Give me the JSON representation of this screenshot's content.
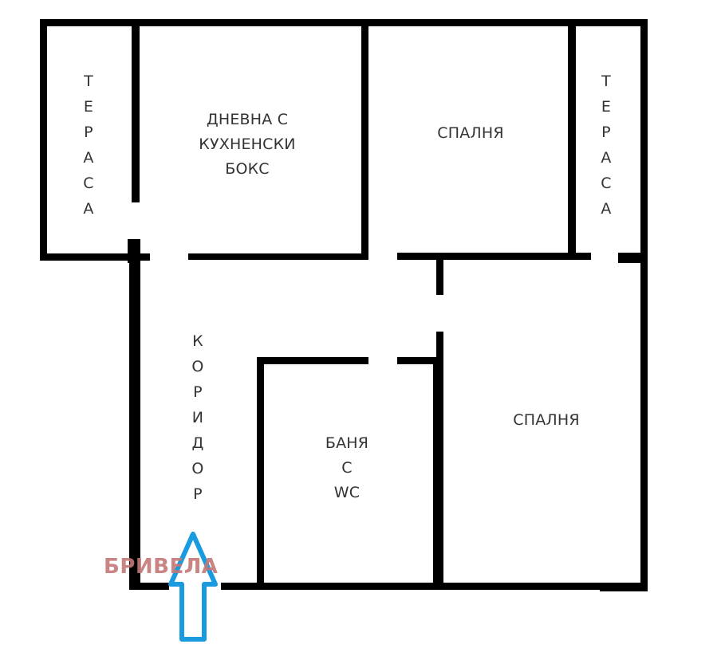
{
  "floorplan": {
    "rooms": {
      "terrace_left": {
        "label": "ТЕРАСА",
        "letters": [
          "Т",
          "Е",
          "Р",
          "А",
          "С",
          "А"
        ]
      },
      "living": {
        "lines": [
          "ДНЕВНА С",
          "КУХНЕНСКИ",
          "БОКС"
        ]
      },
      "bedroom_top": {
        "label": "СПАЛНЯ"
      },
      "terrace_right": {
        "label": "ТЕРАСА",
        "letters": [
          "Т",
          "Е",
          "Р",
          "А",
          "С",
          "А"
        ]
      },
      "corridor": {
        "label": "КОРИДОР",
        "letters": [
          "К",
          "О",
          "Р",
          "И",
          "Д",
          "О",
          "Р"
        ]
      },
      "bathroom": {
        "lines": [
          "БАНЯ",
          "С",
          "WC"
        ]
      },
      "bedroom_bottom": {
        "label": "СПАЛНЯ"
      }
    },
    "entrance": {
      "icon": "entrance-arrow-icon",
      "color": "#1a9be0"
    },
    "watermark": {
      "text": "БРИВЕЛА",
      "color": "#c47777"
    },
    "wall_color": "#000000"
  }
}
